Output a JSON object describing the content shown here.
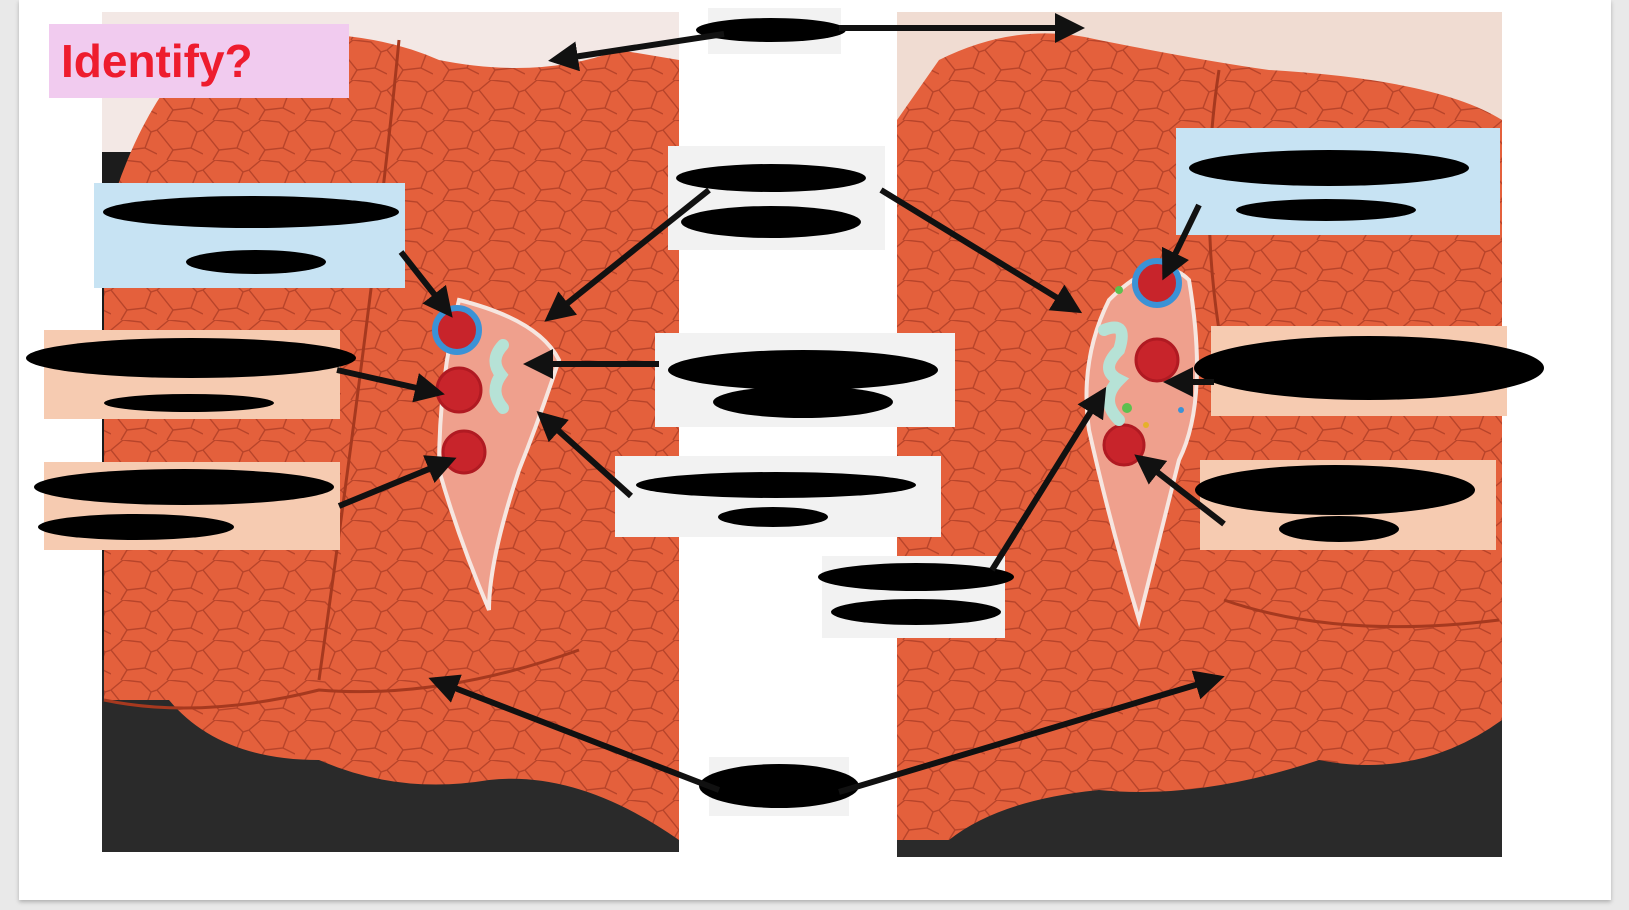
{
  "title": "Identify?",
  "colors": {
    "title_text": "#ee1c2e",
    "title_bg": "#f1cbef",
    "artery_box": "#c7e3f3",
    "vein_box": "#f6cbb1",
    "neutral_box": "#f2f2f2",
    "lung_tissue": "#e2603d",
    "redaction": "#000000",
    "arrow": "#111111"
  },
  "panels": [
    {
      "name": "left-lung-medial-view"
    },
    {
      "name": "right-lung-medial-view"
    }
  ],
  "label_boxes": [
    {
      "id": "apex",
      "category": "neutral",
      "text": ""
    },
    {
      "id": "impression",
      "category": "neutral",
      "text": ""
    },
    {
      "id": "left-artery",
      "category": "artery",
      "text": ""
    },
    {
      "id": "left-vein-upper",
      "category": "vein",
      "text": ""
    },
    {
      "id": "left-vein-lower",
      "category": "vein",
      "text": ""
    },
    {
      "id": "bronchus-main",
      "category": "neutral",
      "text": ""
    },
    {
      "id": "bronchus-secondary",
      "category": "neutral",
      "text": ""
    },
    {
      "id": "right-bronchus",
      "category": "neutral",
      "text": ""
    },
    {
      "id": "base",
      "category": "neutral",
      "text": ""
    },
    {
      "id": "right-artery",
      "category": "artery",
      "text": ""
    },
    {
      "id": "right-vein-upper",
      "category": "vein",
      "text": ""
    },
    {
      "id": "right-vein-lower",
      "category": "vein",
      "text": ""
    }
  ]
}
